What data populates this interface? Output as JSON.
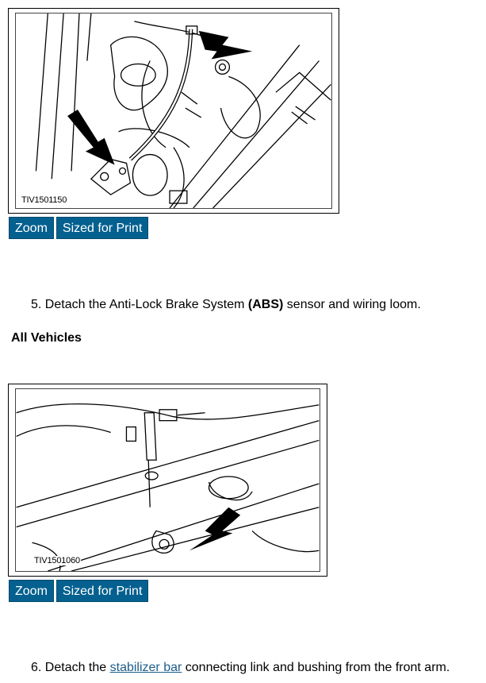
{
  "figure1": {
    "code": "TIV1501150"
  },
  "figure2": {
    "code": "TIV1501060"
  },
  "buttons": {
    "zoom": "Zoom",
    "print": "Sized for Print"
  },
  "step5": {
    "prefix": "5. Detach the Anti-Lock Brake System ",
    "bold": "(ABS)",
    "suffix": " sensor and wiring loom."
  },
  "section_heading": "All Vehicles",
  "step6": {
    "prefix": "6. Detach the ",
    "link": "stabilizer bar",
    "suffix": " connecting link and bushing from the front arm."
  }
}
